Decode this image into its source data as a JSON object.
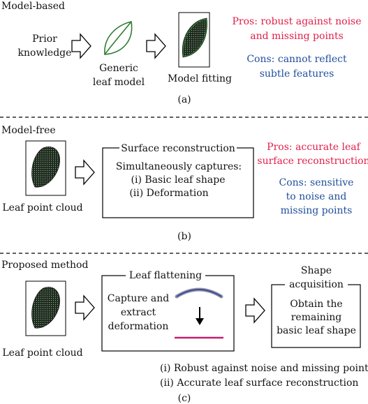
{
  "panel_a": {
    "title": "Model-based",
    "prior_line1": "Prior",
    "prior_line2": "knowledge",
    "generic_line1": "Generic",
    "generic_line2": "leaf model",
    "fitting_label": "Model fitting",
    "pros_line1": "Pros: robust against noise",
    "pros_line2": "and missing points",
    "cons_line1": "Cons: cannot reflect",
    "cons_line2": "subtle features",
    "caption": "(a)"
  },
  "panel_b": {
    "title": "Model-free",
    "cloud_label": "Leaf point cloud",
    "box_title": "Surface reconstruction",
    "box_line1": "Simultaneously captures:",
    "box_line2": "(i) Basic leaf shape",
    "box_line3": "(ii) Deformation",
    "pros_line1": "Pros: accurate leaf",
    "pros_line2": "surface reconstruction",
    "cons_line1": "Cons: sensitive",
    "cons_line2": "to noise and",
    "cons_line3": "missing points",
    "caption": "(b)"
  },
  "panel_c": {
    "title": "Proposed method",
    "cloud_label": "Leaf point cloud",
    "flatten_title": "Leaf flattening",
    "flatten_line1": "Capture and",
    "flatten_line2": "extract",
    "flatten_line3": "deformation",
    "shape_title_line1": "Shape",
    "shape_title_line2": "acquisition",
    "shape_line1": "Obtain the",
    "shape_line2": "remaining",
    "shape_line3": "basic leaf shape",
    "benefit1": "(i) Robust against noise and missing points",
    "benefit2": "(ii) Accurate leaf surface reconstruction",
    "caption": "(c)"
  },
  "colors": {
    "pros": "#e0204a",
    "cons": "#1f4e9c",
    "leaf_outline": "#2e7d32"
  }
}
